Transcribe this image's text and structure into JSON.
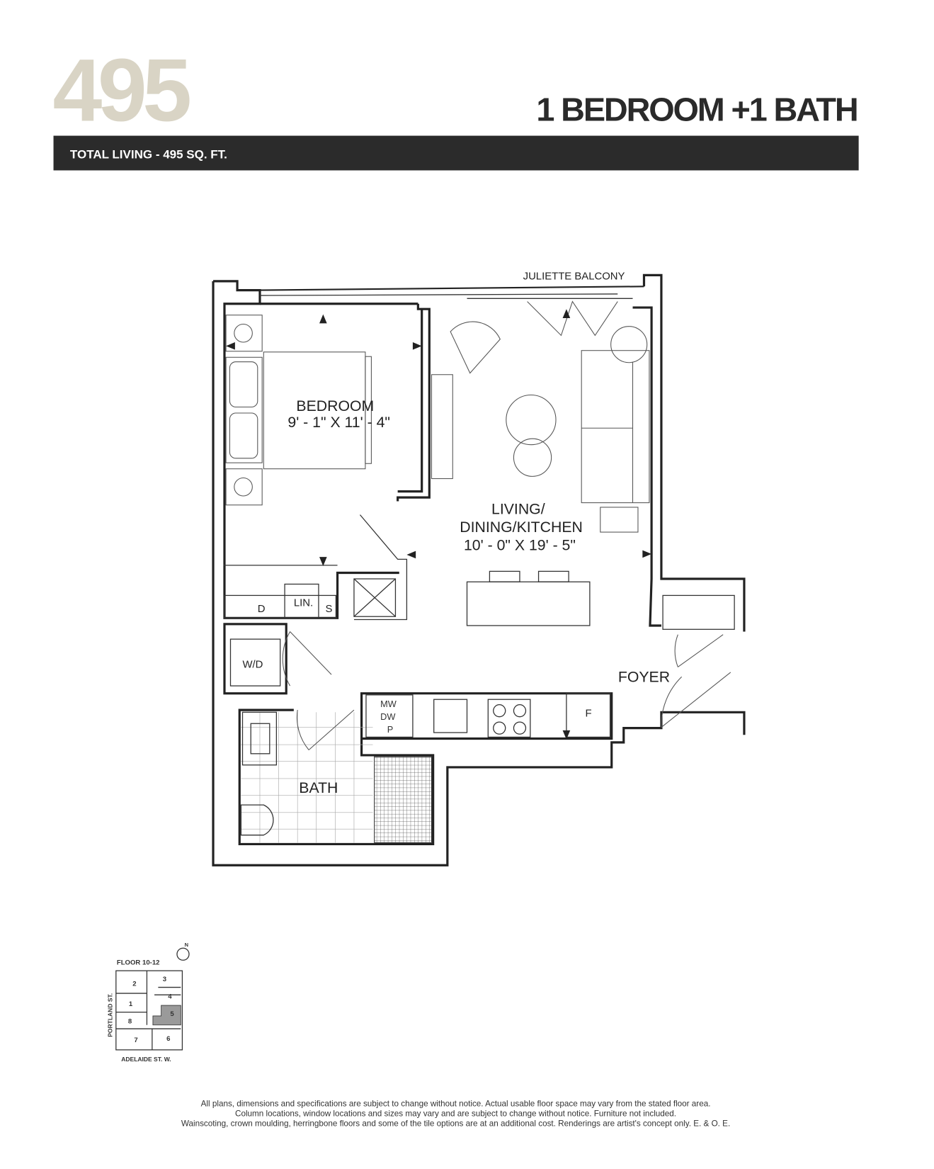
{
  "header": {
    "unit_size": "495",
    "unit_type": "1 BEDROOM +1 BATH",
    "total_living": "TOTAL LIVING - 495 SQ. FT."
  },
  "plan": {
    "balcony_label": "JULIETTE BALCONY",
    "bedroom_name": "BEDROOM",
    "bedroom_dims": "9' - 1\" X 11' - 4\"",
    "living_name_1": "LIVING/",
    "living_name_2": "DINING/KITCHEN",
    "living_dims": "10' - 0\" X 19' - 5\"",
    "closet_d": "D",
    "linen": "LIN.",
    "closet_s": "S",
    "washer_dryer": "W/D",
    "foyer": "FOYER",
    "bath": "BATH",
    "mw": "MW",
    "dw": "DW",
    "pantry": "P",
    "fridge": "F"
  },
  "key_plan": {
    "title": "FLOOR 10-12",
    "north": "N",
    "street_west": "PORTLAND ST.",
    "street_south": "ADELAIDE ST. W.",
    "units": [
      "1",
      "2",
      "3",
      "4",
      "5",
      "6",
      "7",
      "8"
    ],
    "highlighted_unit": "5",
    "highlight_color": "#9a9a9a"
  },
  "disclaimer": [
    "All plans, dimensions and specifications are subject to change without notice. Actual usable floor space may vary from the stated floor area.",
    "Column locations, window locations and sizes may vary and are subject to change without notice. Furniture not included.",
    "Wainscoting, crown moulding, herringbone floors and some of the tile options are at an additional cost. Renderings are artist's concept only. E. & O. E."
  ],
  "colors": {
    "bar": "#2b2b2b",
    "accent": "#d9d4c5"
  }
}
